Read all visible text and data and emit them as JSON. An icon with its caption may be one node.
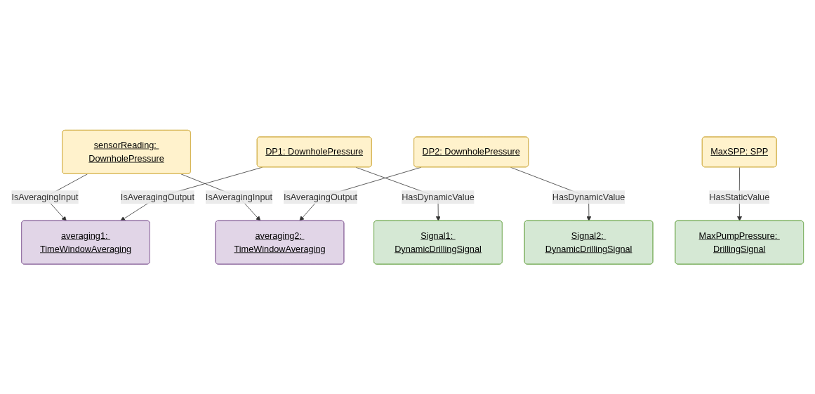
{
  "diagram": {
    "nodes": [
      {
        "text": [
          "sensorReading: DownholePressure"
        ]
      },
      {
        "text": [
          "averaging1: TimeWindowAveraging"
        ]
      },
      {
        "text": [
          "averaging2: TimeWindowAveraging"
        ]
      },
      {
        "text": [
          "DP1: DownholePressure"
        ]
      },
      {
        "text": [
          "DP2: DownholePressure"
        ]
      },
      {
        "text": [
          "MaxSPP: SPP"
        ]
      },
      {
        "text": [
          "Signal1: DynamicDrillingSignal"
        ]
      },
      {
        "text": [
          "Signal2: DynamicDrillingSignal"
        ]
      },
      {
        "text": [
          "MaxPumpPressure: DrillingSignal"
        ]
      }
    ],
    "edges": [
      {
        "from": 0,
        "to": 1,
        "arrow": "to",
        "label": "IsAveragingInput"
      },
      {
        "from": 0,
        "to": 2,
        "arrow": "to",
        "label": "IsAveragingInput"
      },
      {
        "from": 3,
        "to": 1,
        "arrow": "to",
        "label": "IsAveragingOutput"
      },
      {
        "from": 4,
        "to": 2,
        "arrow": "to",
        "label": "IsAveragingOutput"
      },
      {
        "from": 3,
        "to": 6,
        "arrow": "to",
        "label": "HasDynamicValue"
      },
      {
        "from": 4,
        "to": 7,
        "arrow": "to",
        "label": "HasDynamicValue"
      },
      {
        "from": 5,
        "to": 8,
        "arrow": "to",
        "label": "HasStaticValue"
      }
    ]
  }
}
